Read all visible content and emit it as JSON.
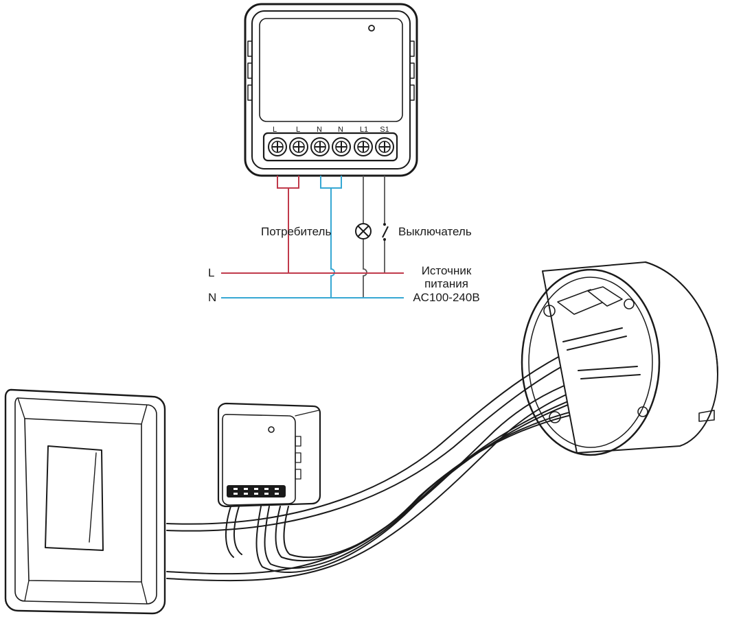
{
  "terminals": [
    "L",
    "L",
    "N",
    "N",
    "L1",
    "S1"
  ],
  "labels": {
    "consumer": "Потребитель",
    "switch": "Выключатель",
    "line_l": "L",
    "line_n": "N",
    "source_line1": "Источник",
    "source_line2": "питания",
    "source_line3": "AC100-240В"
  },
  "colors": {
    "live": "#c0394a",
    "neutral": "#35a7d3",
    "ink": "#1a1a1a"
  }
}
